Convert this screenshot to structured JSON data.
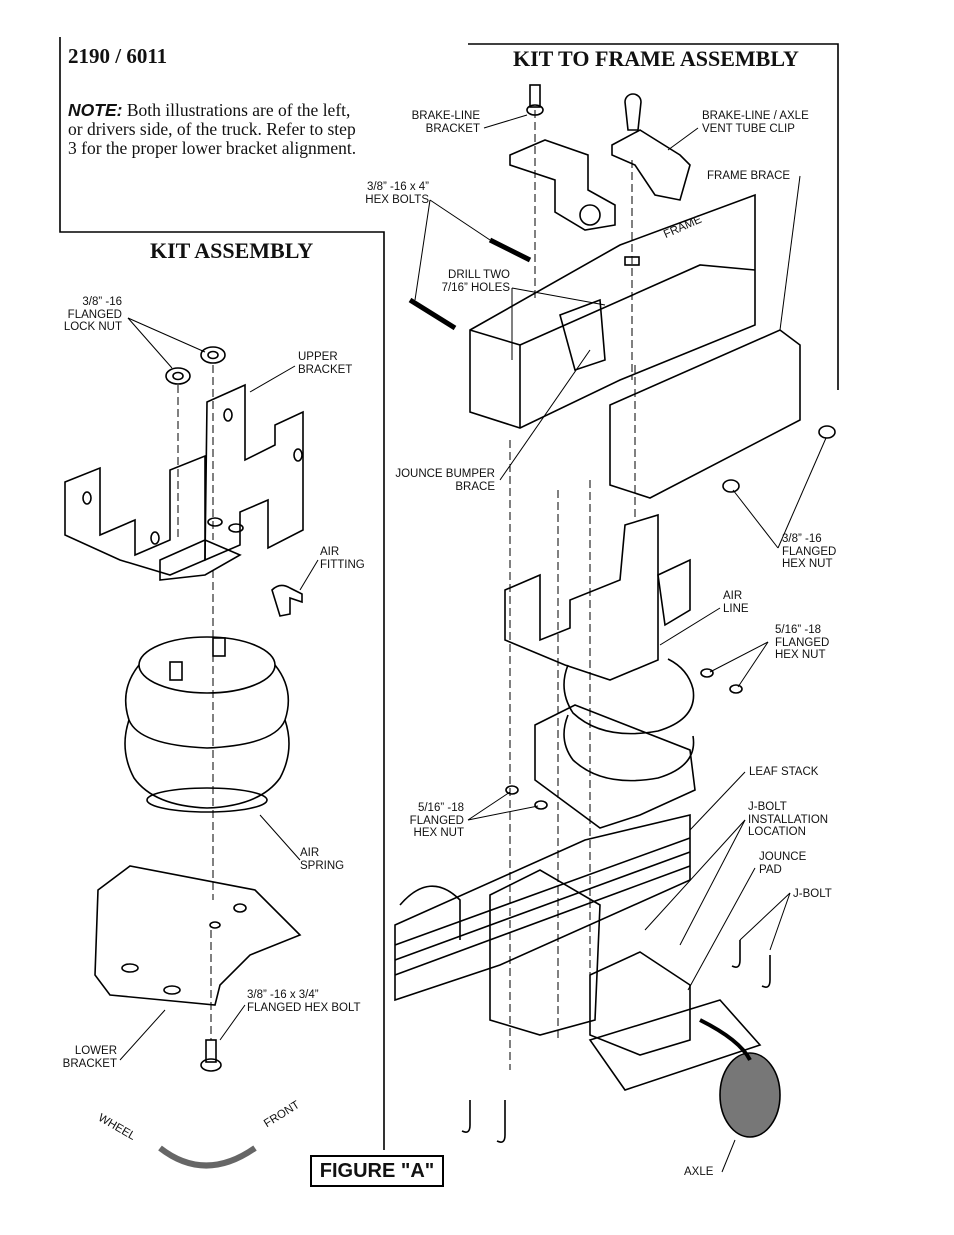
{
  "header": {
    "part_number": "2190 / 6011"
  },
  "note": {
    "lead": "NOTE:",
    "text": "Both illustrations are of the left, or drivers side, of the truck.  Refer to step 3 for the proper lower bracket alignment."
  },
  "sections": {
    "kit_assembly": "KIT ASSEMBLY",
    "frame_assembly": "KIT TO FRAME ASSEMBLY"
  },
  "labels": {
    "flanged_lock_nut": "3/8” -16\nFLANGED\nLOCK NUT",
    "upper_bracket": "UPPER\nBRACKET",
    "air_fitting": "AIR\nFITTING",
    "air_spring": "AIR\nSPRING",
    "flanged_hex_bolt": "3/8” -16 x 3/4”\nFLANGED HEX BOLT",
    "lower_bracket": "LOWER\nBRACKET",
    "brake_line_bracket": "BRAKE-LINE\nBRACKET",
    "hex_bolts": "3/8” -16 x 4”\nHEX BOLTS",
    "drill_holes": "DRILL TWO\n7/16” HOLES",
    "brake_line_clip": "BRAKE-LINE / AXLE\nVENT TUBE CLIP",
    "frame_brace": "FRAME BRACE",
    "frame": "FRAME",
    "jounce_bumper_brace": "JOUNCE BUMPER\nBRACE",
    "flanged_hex_nut_38": "3/8” -16\nFLANGED\nHEX NUT",
    "air_line": "AIR\nLINE",
    "flanged_hex_nut_516_right": "5/16” -18\nFLANGED\nHEX NUT",
    "leaf_stack": "LEAF STACK",
    "flanged_hex_nut_516_left": "5/16” -18\nFLANGED\nHEX NUT",
    "jbolt_location": "J-BOLT\nINSTALLATION\nLOCATION",
    "jounce_pad": "JOUNCE\nPAD",
    "jbolt": "J-BOLT",
    "axle": "AXLE",
    "wheel": "WHEEL",
    "front": "FRONT"
  },
  "figure_label": "FIGURE \"A\""
}
